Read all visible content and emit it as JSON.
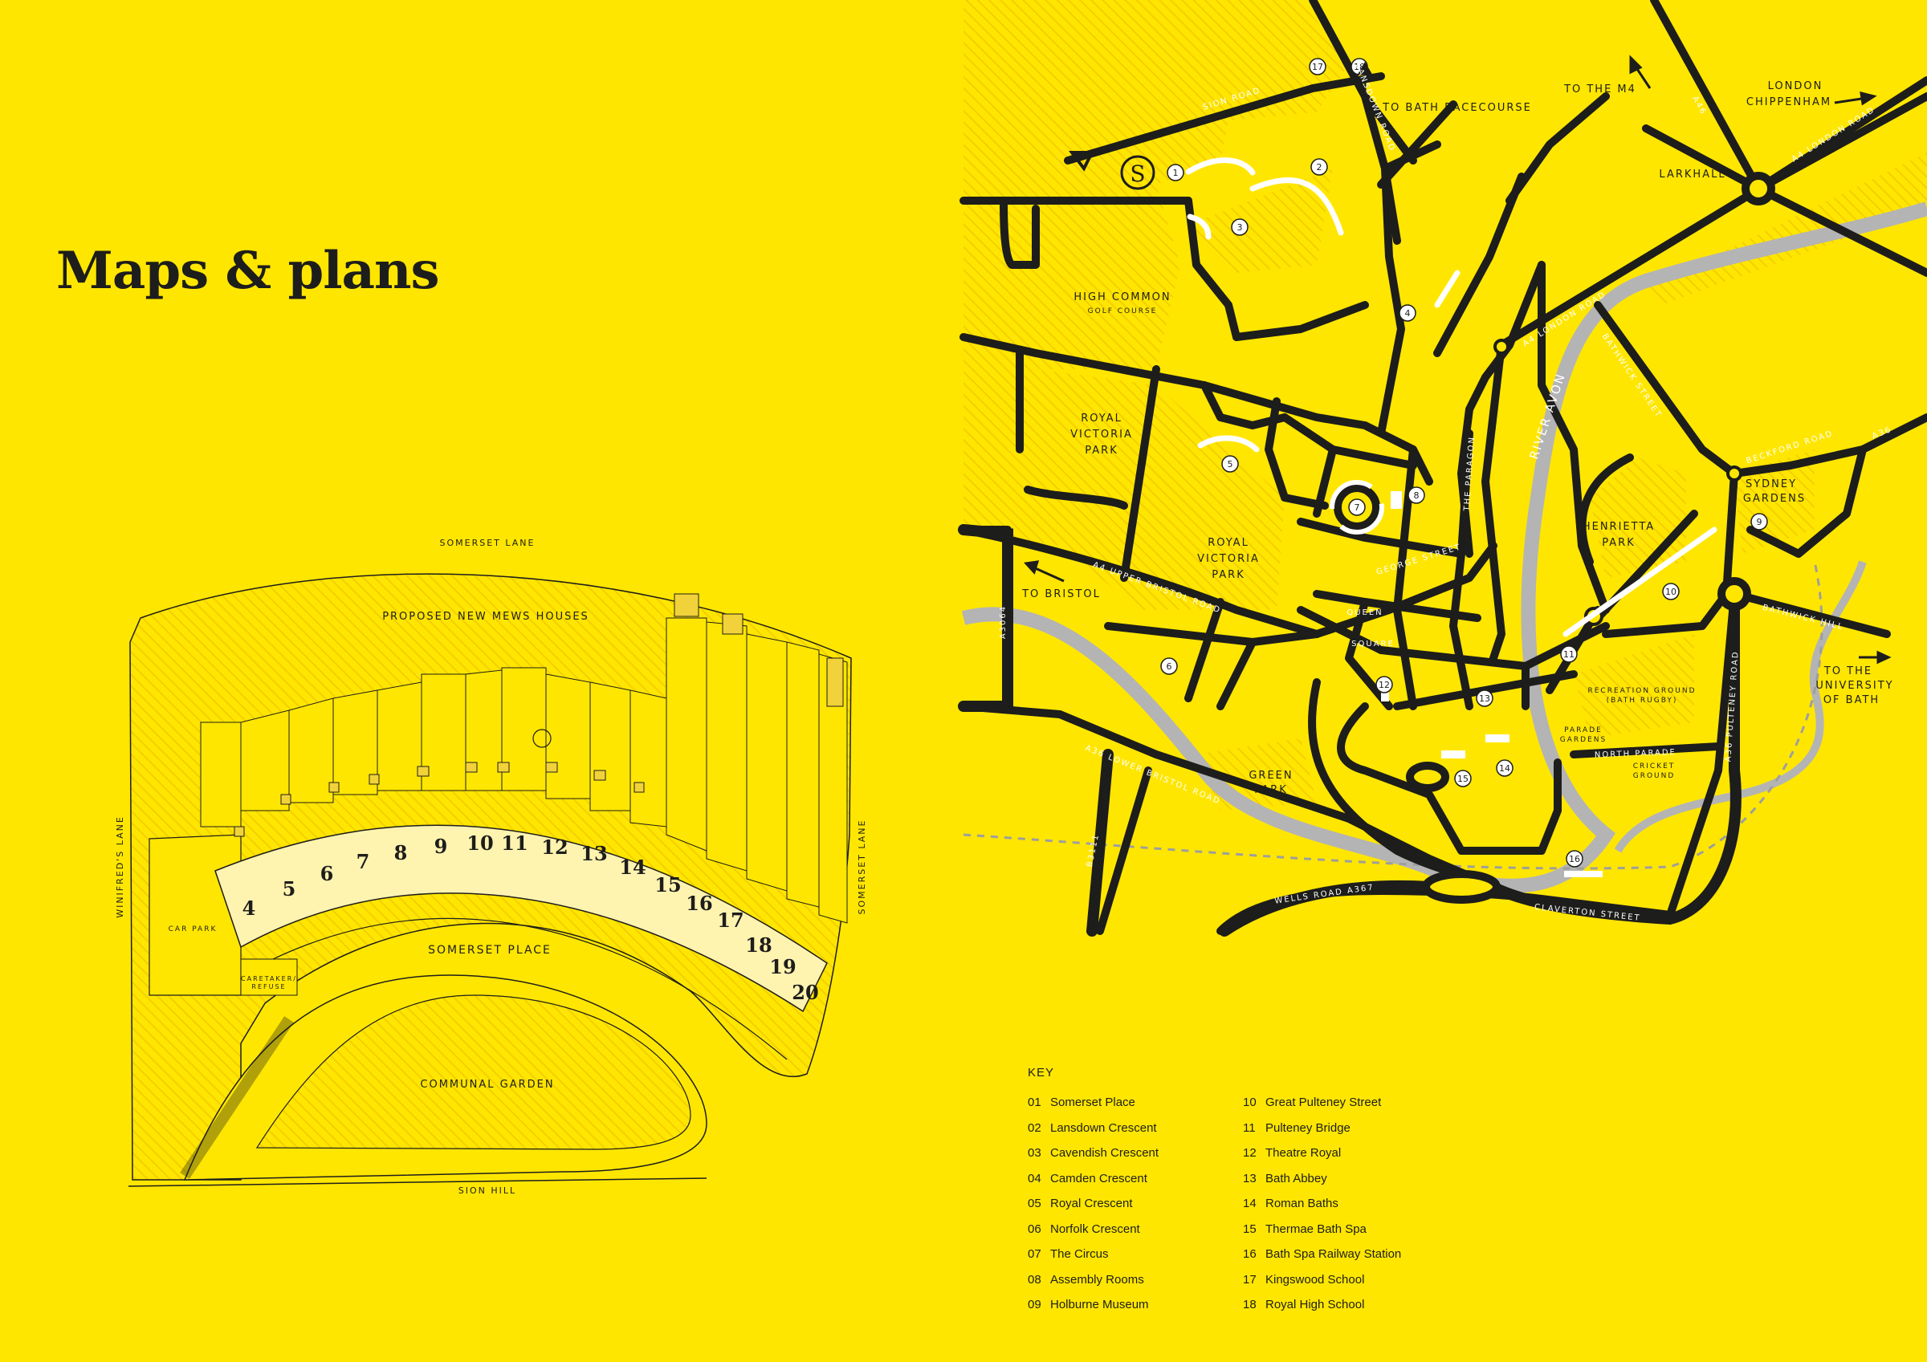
{
  "page_title": "Maps & plans",
  "colors": {
    "background": "#ffe600",
    "ink": "#1d1d1b",
    "building": "#fff3b0",
    "river": "#b4b4b4",
    "road_fill": "#ffffff"
  },
  "site_plan": {
    "labels": {
      "somerset_lane_top": "SOMERSET LANE",
      "mews": "PROPOSED NEW MEWS HOUSES",
      "winifreds_lane": "WINIFRED'S LANE",
      "somerset_lane_right": "SOMERSET LANE",
      "car_park": "CAR PARK",
      "caretaker_1": "CARETAKER/",
      "caretaker_2": "REFUSE",
      "somerset_place": "SOMERSET PLACE",
      "communal_garden": "COMMUNAL GARDEN",
      "sion_hill": "SION HILL"
    },
    "house_numbers": [
      "4",
      "5",
      "6",
      "7",
      "8",
      "9",
      "10",
      "11",
      "12",
      "13",
      "14",
      "15",
      "16",
      "17",
      "18",
      "19",
      "20"
    ]
  },
  "city_map": {
    "areas": {
      "high_common": "HIGH COMMON",
      "golf_course": "GOLF COURSE",
      "rvp1_a": "ROYAL",
      "rvp1_b": "VICTORIA",
      "rvp1_c": "PARK",
      "rvp2_a": "ROYAL",
      "rvp2_b": "VICTORIA",
      "rvp2_c": "PARK",
      "henrietta_a": "HENRIETTA",
      "henrietta_b": "PARK",
      "sydney_a": "SYDNEY",
      "sydney_b": "GARDENS",
      "green_park_a": "GREEN",
      "green_park_b": "PARK",
      "recreation_a": "RECREATION GROUND",
      "recreation_b": "(BATH RUGBY)",
      "parade_a": "PARADE",
      "parade_b": "GARDENS",
      "cricket_a": "CRICKET",
      "cricket_b": "GROUND",
      "larkhall": "LARKHALL",
      "london": "LONDON",
      "chippenham": "CHIPPENHAM",
      "to_bath_racecourse": "TO BATH RACECOURSE",
      "to_m4": "TO THE M4",
      "to_bristol": "TO BRISTOL",
      "to_uni_a": "TO THE",
      "to_uni_b": "UNIVERSITY",
      "to_uni_c": "OF BATH",
      "river_avon": "RIVER AVON"
    },
    "roads": {
      "sion_road": "SION ROAD",
      "lansdown_road": "LANSDOWN ROAD",
      "a46": "A46",
      "london_road_top": "A4   LONDON ROAD",
      "london_road": "A4   LONDON ROAD",
      "bathwick_street": "BATHWICK STREET",
      "beckford_road": "BECKFORD ROAD",
      "a36_right": "A36",
      "the_paragon": "THE PARAGON",
      "george_street": "GEORGE STREET",
      "queen": "QUEEN",
      "square": "SQUARE",
      "upper_bristol_road": "A4   UPPER BRISTOL ROAD",
      "a3064": "A3064",
      "lower_bristol_road": "A36   LOWER BRISTOL ROAD",
      "b3111": "B3111",
      "wells_road": "WELLS ROAD  A367",
      "claverton_street": "CLAVERTON STREET",
      "north_parade": "NORTH PARADE",
      "pulteney_road": "A36   PULTENEY ROAD",
      "bathwick_hill": "BATHWICK HILL"
    },
    "markers": [
      "1",
      "2",
      "3",
      "4",
      "5",
      "6",
      "7",
      "8",
      "9",
      "10",
      "11",
      "12",
      "13",
      "14",
      "15",
      "16",
      "17",
      "18"
    ]
  },
  "key": {
    "title": "KEY",
    "left": [
      {
        "num": "01",
        "name": "Somerset Place"
      },
      {
        "num": "02",
        "name": "Lansdown Crescent"
      },
      {
        "num": "03",
        "name": "Cavendish Crescent"
      },
      {
        "num": "04",
        "name": "Camden Crescent"
      },
      {
        "num": "05",
        "name": "Royal Crescent"
      },
      {
        "num": "06",
        "name": "Norfolk Crescent"
      },
      {
        "num": "07",
        "name": "The Circus"
      },
      {
        "num": "08",
        "name": "Assembly Rooms"
      },
      {
        "num": "09",
        "name": "Holburne Museum"
      }
    ],
    "right": [
      {
        "num": "10",
        "name": "Great Pulteney Street"
      },
      {
        "num": "11",
        "name": "Pulteney Bridge"
      },
      {
        "num": "12",
        "name": "Theatre Royal"
      },
      {
        "num": "13",
        "name": "Bath Abbey"
      },
      {
        "num": "14",
        "name": "Roman Baths"
      },
      {
        "num": "15",
        "name": "Thermae Bath Spa"
      },
      {
        "num": "16",
        "name": "Bath Spa Railway Station"
      },
      {
        "num": "17",
        "name": "Kingswood School"
      },
      {
        "num": "18",
        "name": "Royal High School"
      }
    ]
  }
}
